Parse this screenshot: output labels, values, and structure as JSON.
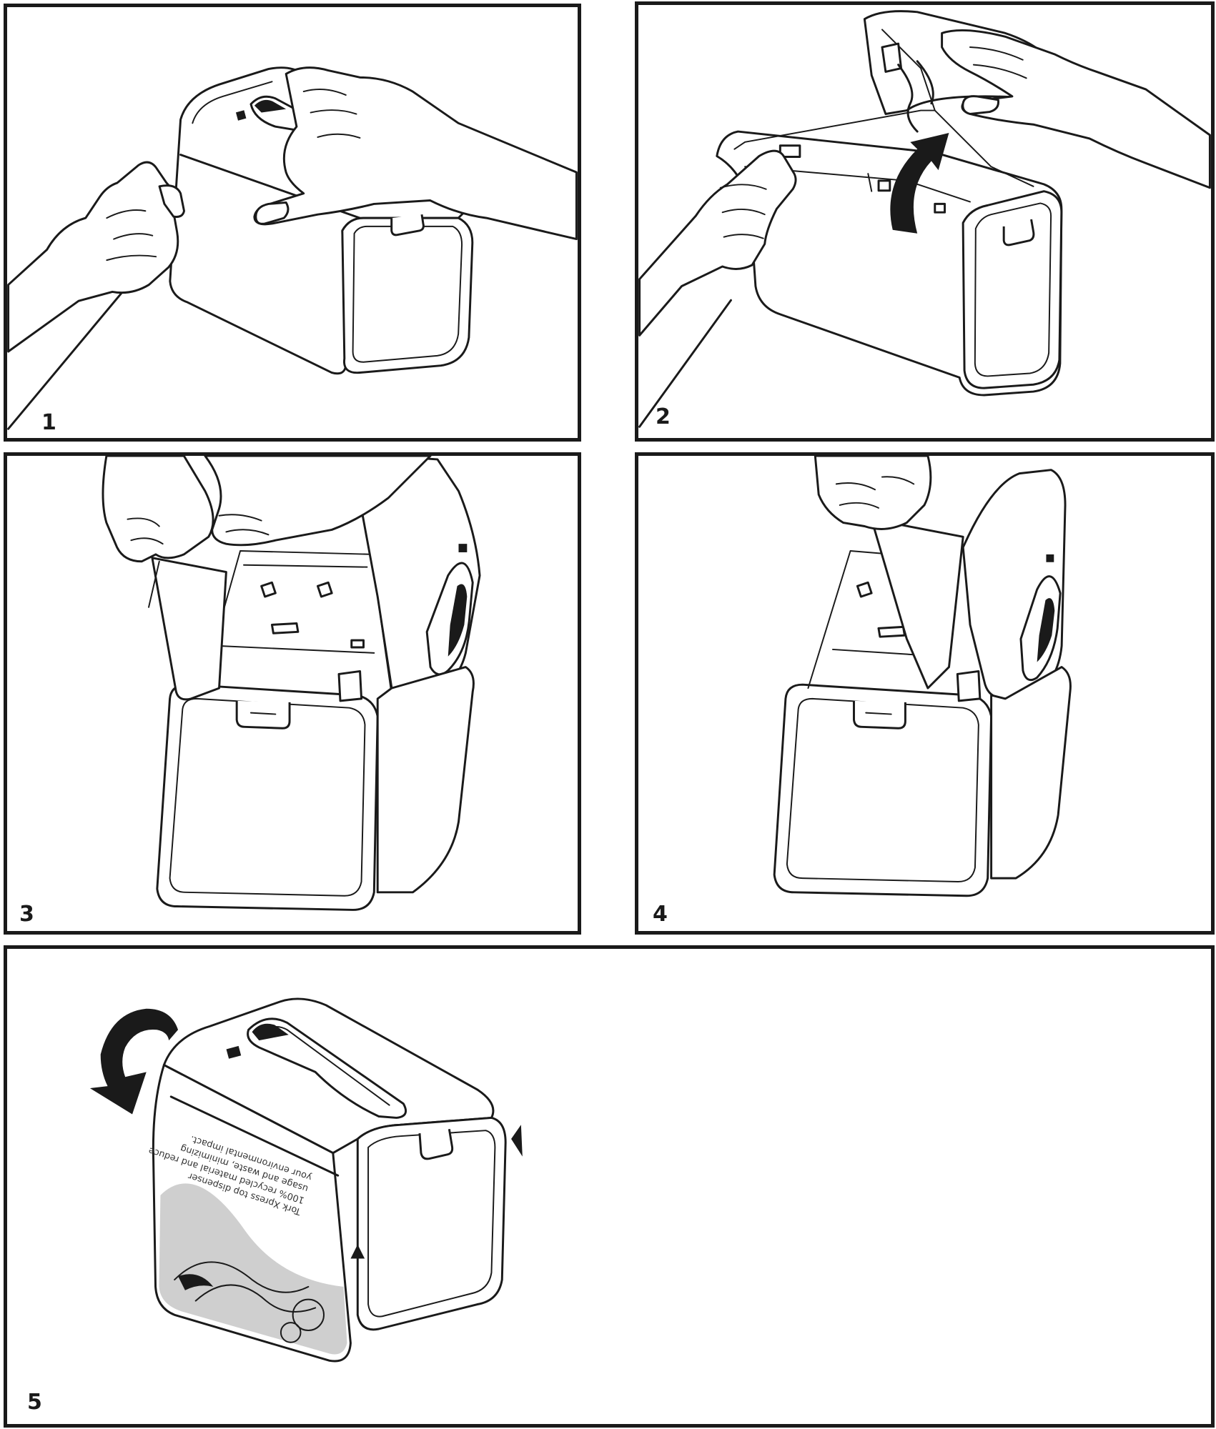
{
  "steps": [
    {
      "number": "1"
    },
    {
      "number": "2"
    },
    {
      "number": "3"
    },
    {
      "number": "4"
    },
    {
      "number": "5"
    }
  ],
  "dispenser_print": {
    "lines": [
      "Tork Xpress top dispenser",
      "100% recycled material and reduce",
      "usage and waste, minimizing",
      "your environmental impact."
    ]
  },
  "colors": {
    "line": "#1a1a1a",
    "background": "#ffffff"
  },
  "icons": [
    "curved-arrow-icon",
    "rotate-arrow-icon",
    "pointer-triangle-icon"
  ]
}
